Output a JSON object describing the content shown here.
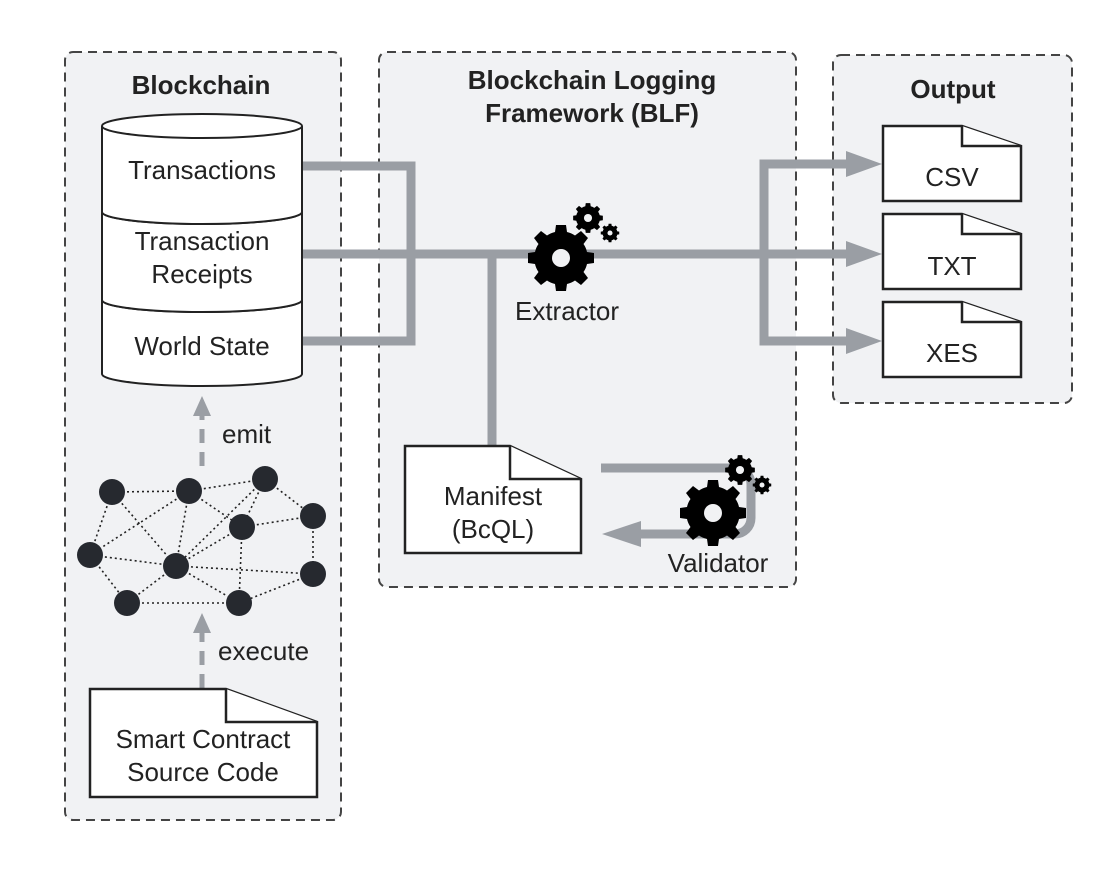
{
  "panels": {
    "blockchain": "Blockchain",
    "blf_line1": "Blockchain Logging",
    "blf_line2": "Framework (BLF)",
    "output": "Output"
  },
  "database": {
    "transactions": "Transactions",
    "receipts_line1": "Transaction",
    "receipts_line2": "Receipts",
    "world_state": "World State"
  },
  "flow": {
    "emit": "emit",
    "execute": "execute"
  },
  "source": {
    "line1": "Smart Contract",
    "line2": "Source Code"
  },
  "components": {
    "extractor": "Extractor",
    "validator": "Validator",
    "manifest_line1": "Manifest",
    "manifest_line2": "(BcQL)"
  },
  "outputs": [
    "CSV",
    "TXT",
    "XES"
  ]
}
